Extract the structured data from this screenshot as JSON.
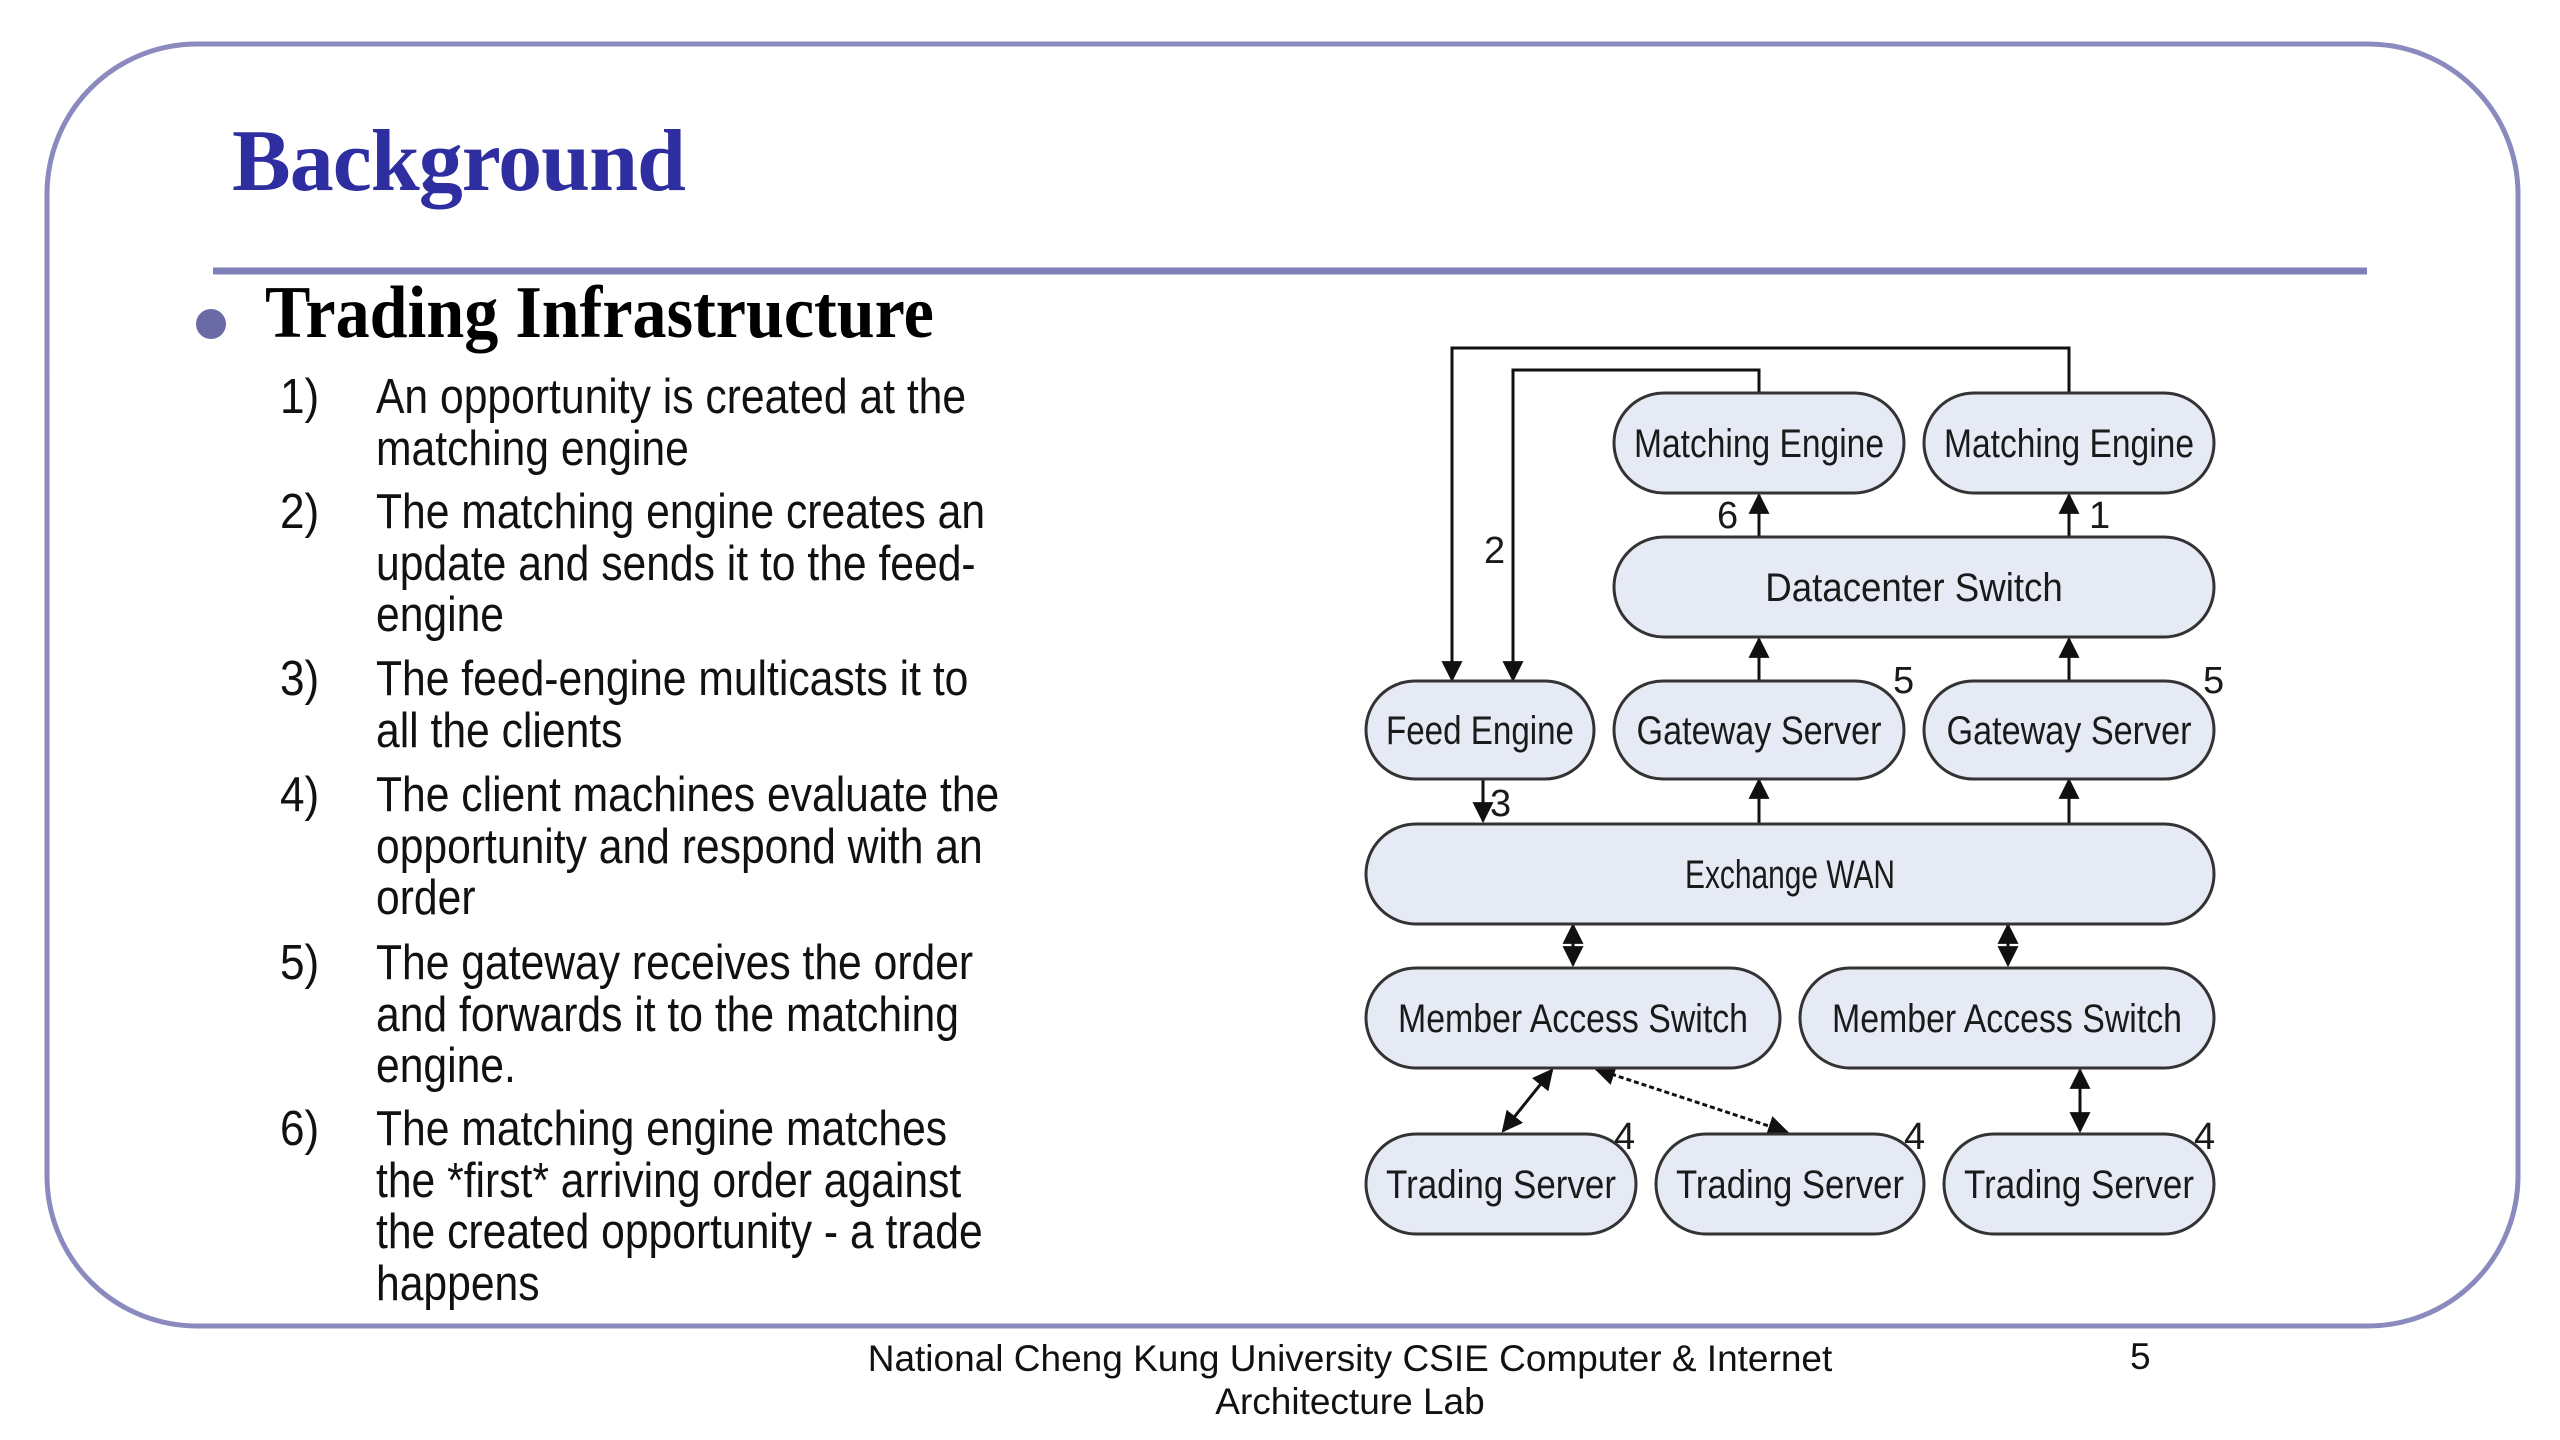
{
  "slide": {
    "title": "Background",
    "heading": "Trading Infrastructure",
    "steps": [
      {
        "number": "1)",
        "lines": [
          "An opportunity is created at the",
          "matching engine"
        ]
      },
      {
        "number": "2)",
        "lines": [
          "The matching engine creates an",
          "update and sends it to the feed-",
          "engine"
        ]
      },
      {
        "number": "3)",
        "lines": [
          "The feed-engine multicasts it to",
          "all the clients"
        ]
      },
      {
        "number": "4)",
        "lines": [
          "The client machines evaluate the",
          "opportunity and respond with an",
          "order"
        ]
      },
      {
        "number": "5)",
        "lines": [
          "The gateway receives the order",
          "and forwards it to the matching",
          "engine."
        ]
      },
      {
        "number": "6)",
        "lines": [
          "The matching engine matches",
          "the *first* arriving order against",
          "the created opportunity - a trade",
          "happens"
        ]
      }
    ]
  },
  "diagram": {
    "nodes": {
      "matching_engine_1": "Matching Engine",
      "matching_engine_2": "Matching Engine",
      "datacenter_switch": "Datacenter Switch",
      "feed_engine": "Feed Engine",
      "gateway_server_1": "Gateway Server",
      "gateway_server_2": "Gateway Server",
      "exchange_wan": "Exchange WAN",
      "member_access_switch_1": "Member Access Switch",
      "member_access_switch_2": "Member Access Switch",
      "trading_server_1": "Trading Server",
      "trading_server_2": "Trading Server",
      "trading_server_3": "Trading Server"
    },
    "step_labels": {
      "step1": "1",
      "step2": "2",
      "step3": "3",
      "step4a": "4",
      "step4b": "4",
      "step4c": "4",
      "step5a": "5",
      "step5b": "5",
      "step6": "6"
    }
  },
  "footer": {
    "line1": "National Cheng Kung University CSIE Computer & Internet",
    "line2": "Architecture Lab",
    "page_number": "5"
  },
  "colors": {
    "title": "#2e2ea0",
    "frame": "#8a8abf",
    "bullet": "#6a6aa6",
    "node_fill": "#e6eaf5"
  }
}
